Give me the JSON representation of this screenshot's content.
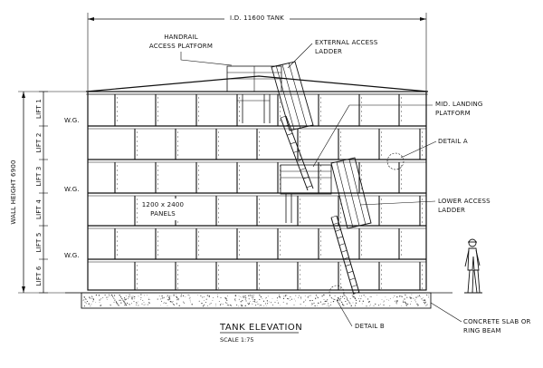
{
  "dimensions": {
    "top_width": "I.D. 11600 TANK",
    "wall_height": "WALL HEIGHT 6900"
  },
  "lifts": [
    "LIFT 1",
    "LIFT 2",
    "LIFT 3",
    "LIFT 4",
    "LIFT 5",
    "LIFT 6"
  ],
  "wind_girders": [
    "W.G.",
    "W.G.",
    "W.G."
  ],
  "callouts": {
    "handrail": [
      "HANDRAIL",
      "ACCESS PLATFORM"
    ],
    "external_ladder": [
      "EXTERNAL ACCESS",
      "LADDER"
    ],
    "mid_landing": [
      "MID. LANDING",
      "PLATFORM"
    ],
    "detail_a": "DETAIL A",
    "lower_ladder": [
      "LOWER ACCESS",
      "LADDER"
    ],
    "panels": [
      "1200 x 2400",
      "PANELS"
    ],
    "detail_b": "DETAIL B",
    "concrete": [
      "CONCRETE SLAB OR",
      "RING BEAM"
    ]
  },
  "title": "TANK ELEVATION",
  "scale": "SCALE 1:75"
}
